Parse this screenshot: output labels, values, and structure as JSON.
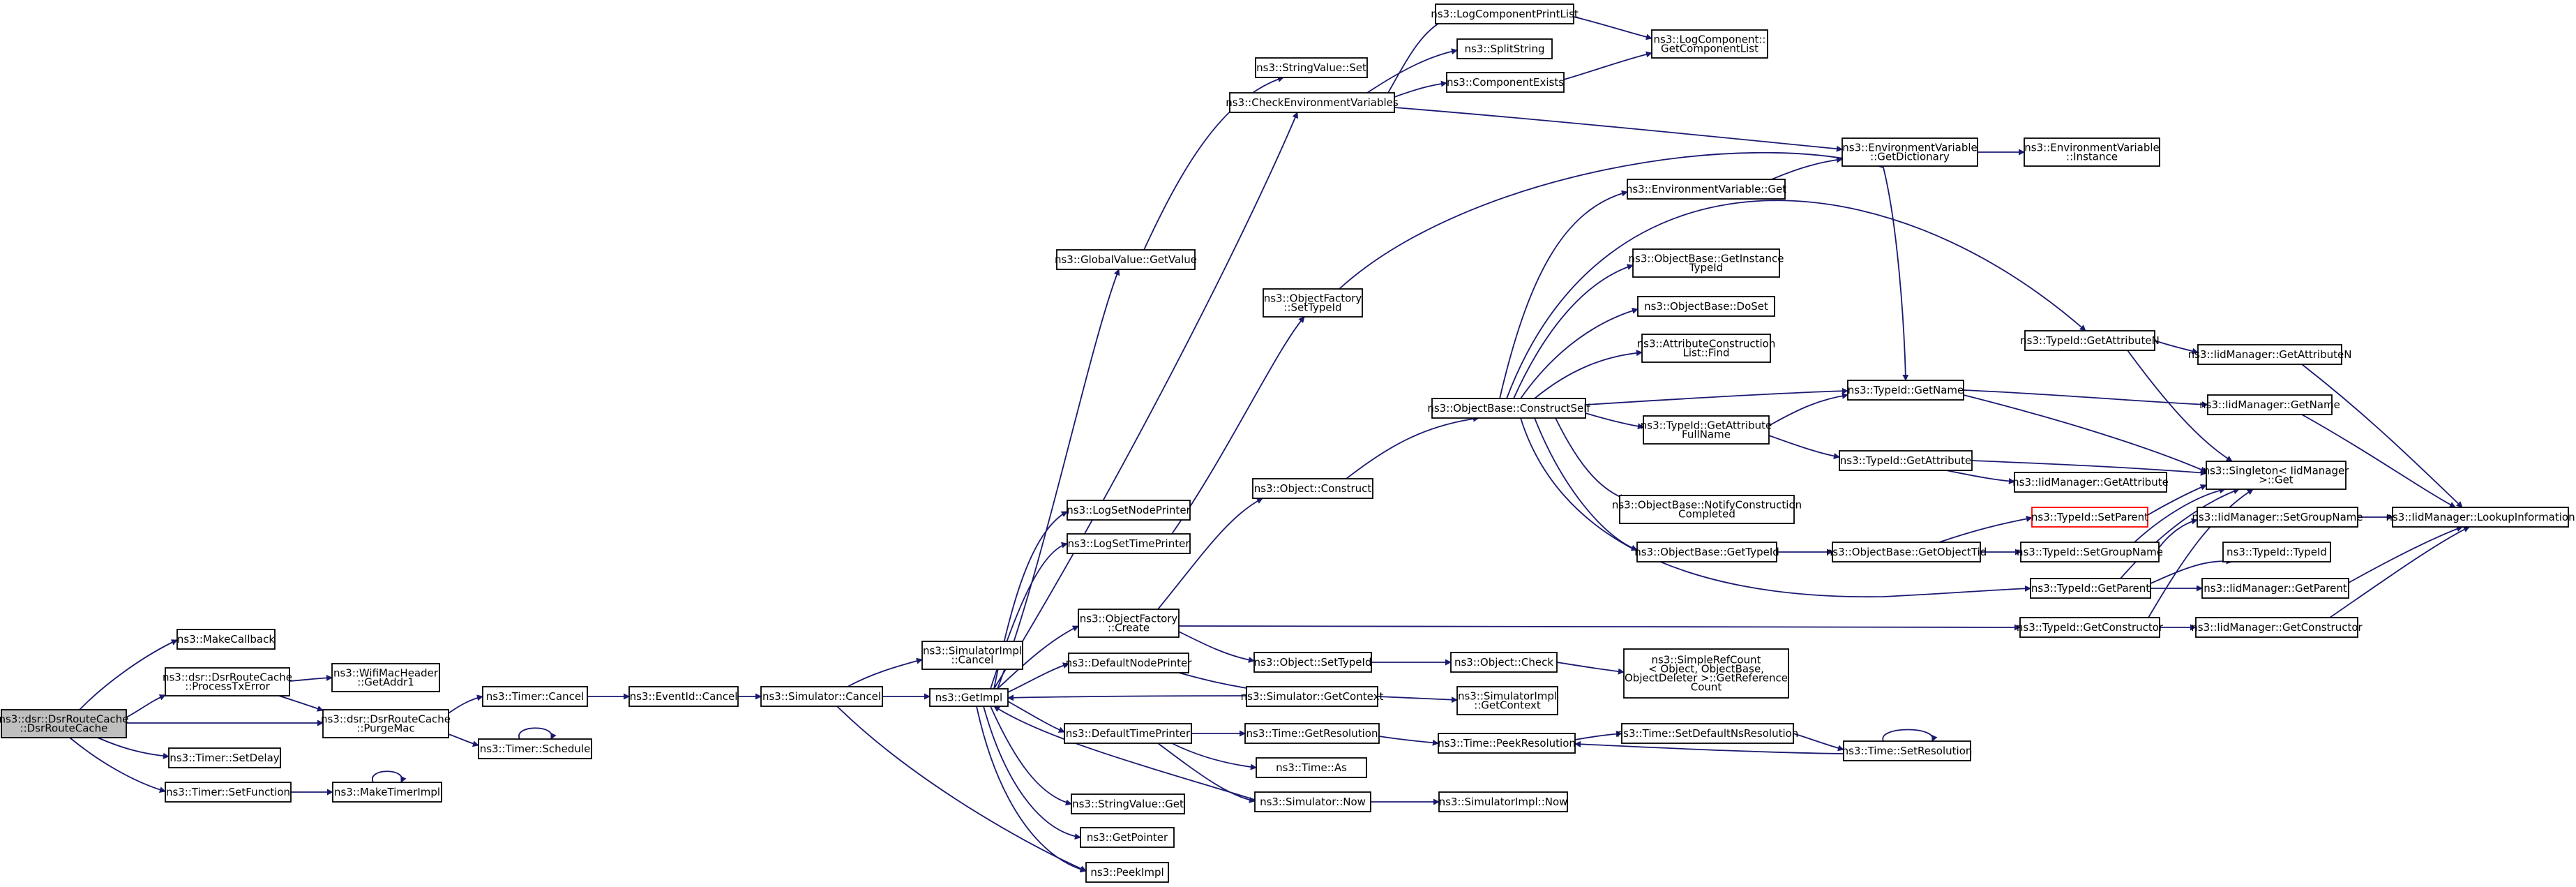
{
  "graph": {
    "edge_color": "#191970",
    "root_fill": "#bfbfbf",
    "highlight_border": "#ff0000",
    "nodes": [
      {
        "id": "root",
        "lines": [
          "ns3::dsr::DsrRouteCache",
          "::DsrRouteCache"
        ],
        "root": true
      },
      {
        "id": "makecb",
        "lines": [
          "ns3::MakeCallback"
        ]
      },
      {
        "id": "procTx",
        "lines": [
          "ns3::dsr::DsrRouteCache",
          "::ProcessTxError"
        ]
      },
      {
        "id": "wifiAddr",
        "lines": [
          "ns3::WifiMacHeader",
          "::GetAddr1"
        ]
      },
      {
        "id": "purge",
        "lines": [
          "ns3::dsr::DsrRouteCache",
          "::PurgeMac"
        ]
      },
      {
        "id": "setDelay",
        "lines": [
          "ns3::Timer::SetDelay"
        ]
      },
      {
        "id": "setFunc",
        "lines": [
          "ns3::Timer::SetFunction"
        ]
      },
      {
        "id": "makeTimer",
        "lines": [
          "ns3::MakeTimerImpl"
        ]
      },
      {
        "id": "tCancel",
        "lines": [
          "ns3::Timer::Cancel"
        ]
      },
      {
        "id": "tSched",
        "lines": [
          "ns3::Timer::Schedule"
        ]
      },
      {
        "id": "evCancel",
        "lines": [
          "ns3::EventId::Cancel"
        ]
      },
      {
        "id": "simCancel",
        "lines": [
          "ns3::Simulator::Cancel"
        ]
      },
      {
        "id": "simImplCancel",
        "lines": [
          "ns3::SimulatorImpl",
          "::Cancel"
        ]
      },
      {
        "id": "getImpl",
        "lines": [
          "ns3::GetImpl"
        ]
      },
      {
        "id": "gvGetValue",
        "lines": [
          "ns3::GlobalValue::GetValue"
        ]
      },
      {
        "id": "strSet",
        "lines": [
          "ns3::StringValue::Set"
        ]
      },
      {
        "id": "checkEnv",
        "lines": [
          "ns3::CheckEnvironmentVariables"
        ]
      },
      {
        "id": "logPrintList",
        "lines": [
          "ns3::LogComponentPrintList"
        ]
      },
      {
        "id": "splitStr",
        "lines": [
          "ns3::SplitString"
        ]
      },
      {
        "id": "compExists",
        "lines": [
          "ns3::ComponentExists"
        ]
      },
      {
        "id": "logGetList",
        "lines": [
          "ns3::LogComponent::",
          "GetComponentList"
        ]
      },
      {
        "id": "envGetDict",
        "lines": [
          "ns3::EnvironmentVariable",
          "::GetDictionary"
        ]
      },
      {
        "id": "envInst",
        "lines": [
          "ns3::EnvironmentVariable",
          "::Instance"
        ]
      },
      {
        "id": "logNode",
        "lines": [
          "ns3::LogSetNodePrinter"
        ]
      },
      {
        "id": "logTime",
        "lines": [
          "ns3::LogSetTimePrinter"
        ]
      },
      {
        "id": "ofCreate",
        "lines": [
          "ns3::ObjectFactory",
          "::Create"
        ]
      },
      {
        "id": "ofSetTid",
        "lines": [
          "ns3::ObjectFactory",
          "::SetTypeId"
        ]
      },
      {
        "id": "objConstruct",
        "lines": [
          "ns3::Object::Construct"
        ]
      },
      {
        "id": "obConstructSelf",
        "lines": [
          "ns3::ObjectBase::ConstructSelf"
        ]
      },
      {
        "id": "envGet",
        "lines": [
          "ns3::EnvironmentVariable::Get"
        ]
      },
      {
        "id": "obGetInst",
        "lines": [
          "ns3::ObjectBase::GetInstance",
          "TypeId"
        ]
      },
      {
        "id": "obDoSet",
        "lines": [
          "ns3::ObjectBase::DoSet"
        ]
      },
      {
        "id": "acFind",
        "lines": [
          "ns3::AttributeConstruction",
          "List::Find"
        ]
      },
      {
        "id": "tidGetName",
        "lines": [
          "ns3::TypeId::GetName"
        ]
      },
      {
        "id": "tidGetAttrFull",
        "lines": [
          "ns3::TypeId::GetAttribute",
          "FullName"
        ]
      },
      {
        "id": "tidGetAttr",
        "lines": [
          "ns3::TypeId::GetAttribute"
        ]
      },
      {
        "id": "obNotify",
        "lines": [
          "ns3::ObjectBase::NotifyConstruction",
          "Completed"
        ]
      },
      {
        "id": "obGetTid",
        "lines": [
          "ns3::ObjectBase::GetTypeId"
        ]
      },
      {
        "id": "obGetObjTid",
        "lines": [
          "ns3::ObjectBase::GetObjectTid"
        ]
      },
      {
        "id": "tidSetParent",
        "lines": [
          "ns3::TypeId::SetParent"
        ],
        "highlight": true
      },
      {
        "id": "tidSetGroup",
        "lines": [
          "ns3::TypeId::SetGroupName"
        ]
      },
      {
        "id": "tidGetParent",
        "lines": [
          "ns3::TypeId::GetParent"
        ]
      },
      {
        "id": "tidGetAttrN",
        "lines": [
          "ns3::TypeId::GetAttributeN"
        ]
      },
      {
        "id": "tidGetCtor",
        "lines": [
          "ns3::TypeId::GetConstructor"
        ]
      },
      {
        "id": "iidGetAttrN",
        "lines": [
          "ns3::IidManager::GetAttributeN"
        ]
      },
      {
        "id": "iidGetName",
        "lines": [
          "ns3::IidManager::GetName"
        ]
      },
      {
        "id": "singleton",
        "lines": [
          "ns3::Singleton< IidManager",
          ">::Get"
        ]
      },
      {
        "id": "iidGetAttr",
        "lines": [
          "ns3::IidManager::GetAttribute"
        ]
      },
      {
        "id": "iidSetGroup",
        "lines": [
          "ns3::IidManager::SetGroupName"
        ]
      },
      {
        "id": "tidTypeId",
        "lines": [
          "ns3::TypeId::TypeId"
        ]
      },
      {
        "id": "iidGetParent",
        "lines": [
          "ns3::IidManager::GetParent"
        ]
      },
      {
        "id": "iidGetCtor",
        "lines": [
          "ns3::IidManager::GetConstructor"
        ]
      },
      {
        "id": "iidLookup",
        "lines": [
          "ns3::IidManager::LookupInformation"
        ]
      },
      {
        "id": "defNodePrinter",
        "lines": [
          "ns3::DefaultNodePrinter"
        ]
      },
      {
        "id": "simGetCtx",
        "lines": [
          "ns3::Simulator::GetContext"
        ]
      },
      {
        "id": "simImplGetCtx",
        "lines": [
          "ns3::SimulatorImpl",
          "::GetContext"
        ]
      },
      {
        "id": "objSetTid",
        "lines": [
          "ns3::Object::SetTypeId"
        ]
      },
      {
        "id": "objCheck",
        "lines": [
          "ns3::Object::Check"
        ]
      },
      {
        "id": "srcGetRef",
        "lines": [
          "ns3::SimpleRefCount",
          "< Object, ObjectBase,",
          "ObjectDeleter >::GetReference",
          "Count"
        ]
      },
      {
        "id": "defTimePrinter",
        "lines": [
          "ns3::DefaultTimePrinter"
        ]
      },
      {
        "id": "timeGetRes",
        "lines": [
          "ns3::Time::GetResolution"
        ]
      },
      {
        "id": "timeAs",
        "lines": [
          "ns3::Time::As"
        ]
      },
      {
        "id": "simNow",
        "lines": [
          "ns3::Simulator::Now"
        ]
      },
      {
        "id": "simImplNow",
        "lines": [
          "ns3::SimulatorImpl::Now"
        ]
      },
      {
        "id": "timePeekRes",
        "lines": [
          "ns3::Time::PeekResolution"
        ]
      },
      {
        "id": "timeSetDefNs",
        "lines": [
          "ns3::Time::SetDefaultNsResolution"
        ]
      },
      {
        "id": "timeSetRes",
        "lines": [
          "ns3::Time::SetResolution"
        ]
      },
      {
        "id": "strGet",
        "lines": [
          "ns3::StringValue::Get"
        ]
      },
      {
        "id": "getPointer",
        "lines": [
          "ns3::GetPointer"
        ]
      },
      {
        "id": "peekImpl",
        "lines": [
          "ns3::PeekImpl"
        ]
      }
    ]
  }
}
